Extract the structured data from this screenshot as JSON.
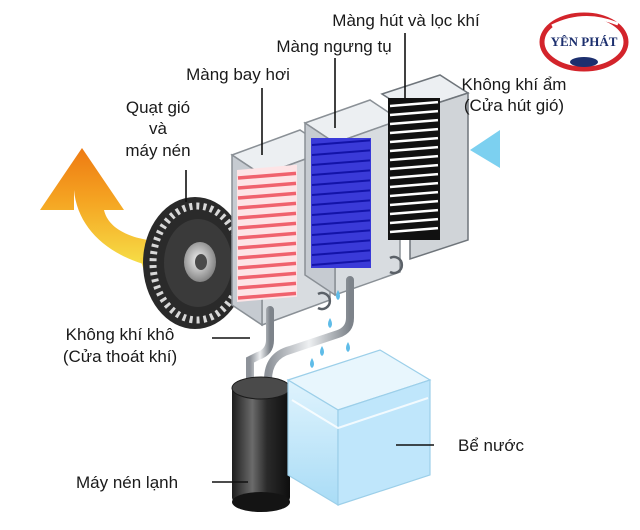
{
  "logo": {
    "text": "YÊN PHÁT",
    "colors": {
      "ring": "#d3242b",
      "text": "#1c2f6e"
    }
  },
  "labels": {
    "filter_membrane": "Màng hút và lọc khí",
    "condenser": "Màng ngưng tụ",
    "evaporator": "Màng bay hơi",
    "fan_line1": "Quạt gió",
    "fan_line2": "và",
    "fan_line3": "máy nén",
    "humid_air_line1": "Không khí ẩm",
    "humid_air_line2": "(Cửa hút gió)",
    "dry_air_line1": "Không khí khô",
    "dry_air_line2": "(Cửa thoát khí)",
    "water_tank": "Bể nước",
    "compressor": "Máy nén lạnh"
  },
  "colors": {
    "hot_arrow": "#f28a1c",
    "evaporator_fins": "#f0626d",
    "condenser_fins": "#2b2bd6",
    "filter_fins": "#111111",
    "frame": "#cfd3d8",
    "water": "#bfe6fb",
    "air_flow": "#8fd3f0"
  }
}
